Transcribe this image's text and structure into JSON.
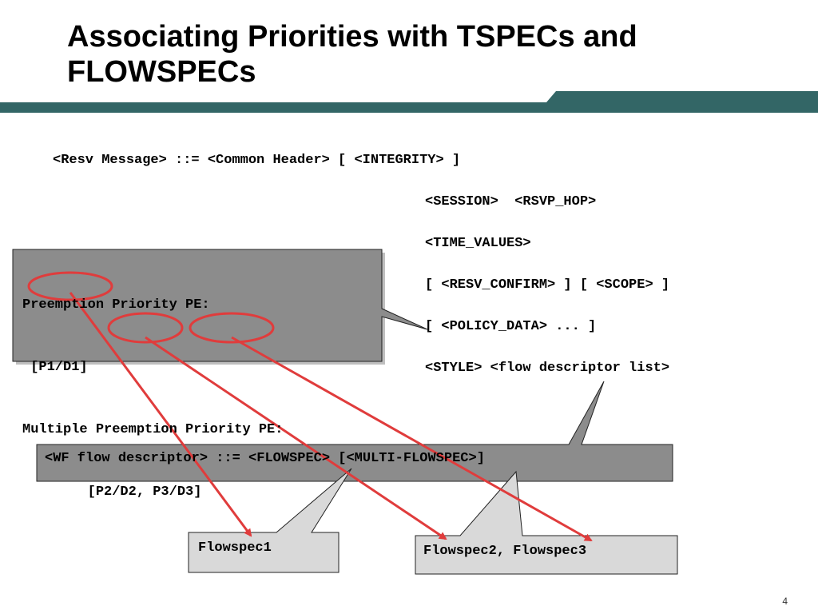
{
  "slide": {
    "title_line1": "Associating Priorities with TSPECs and",
    "title_line2": "FLOWSPECs",
    "page_number": "4",
    "colors": {
      "header_band": "#336666",
      "callout_fill": "#8c8c8c",
      "light_box_fill": "#d9d9d9",
      "arrow": "#e03c3c"
    }
  },
  "resv_message": {
    "line1": "<Resv Message> ::= <Common Header> [ <INTEGRITY> ]",
    "line2": "<SESSION>  <RSVP_HOP>",
    "line3": "<TIME_VALUES>",
    "line4": "[ <RESV_CONFIRM> ] [ <SCOPE> ]",
    "line5": "[ <POLICY_DATA> ... ]",
    "line6": "<STYLE> <flow descriptor list>"
  },
  "preemption_callout": {
    "line1": "Preemption Priority PE:",
    "line2": " [P1/D1]",
    "line3": "Multiple Preemption Priority PE:",
    "line4": "        [P2/D2, P3/D3]"
  },
  "wf_descriptor": {
    "text": "<WF flow descriptor> ::= <FLOWSPEC> [<MULTI-FLOWSPEC>]"
  },
  "flowspec1": {
    "text": "Flowspec1"
  },
  "flowspec23": {
    "text": "Flowspec2, Flowspec3"
  }
}
